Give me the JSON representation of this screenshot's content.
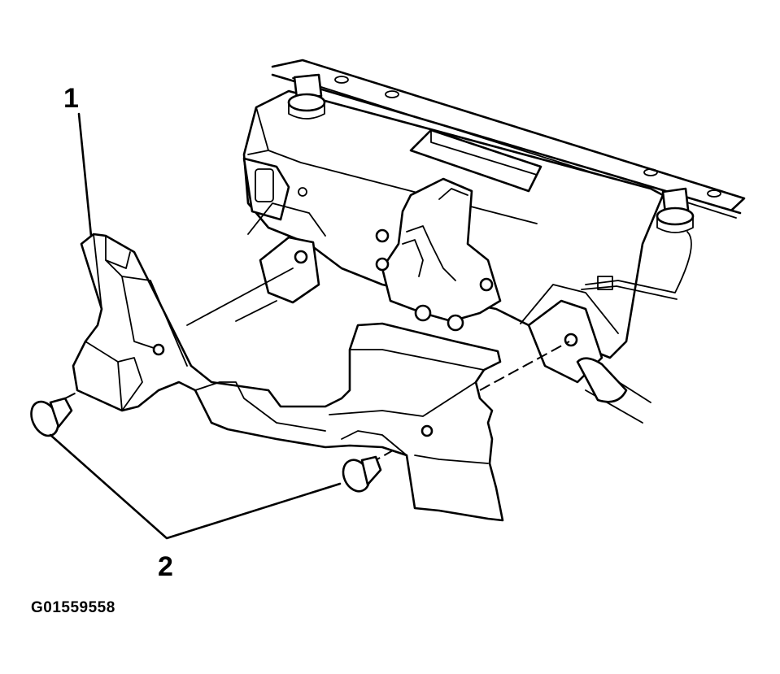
{
  "callouts": [
    {
      "label": "1"
    },
    {
      "label": "2"
    }
  ],
  "figure_id": "G01559558"
}
